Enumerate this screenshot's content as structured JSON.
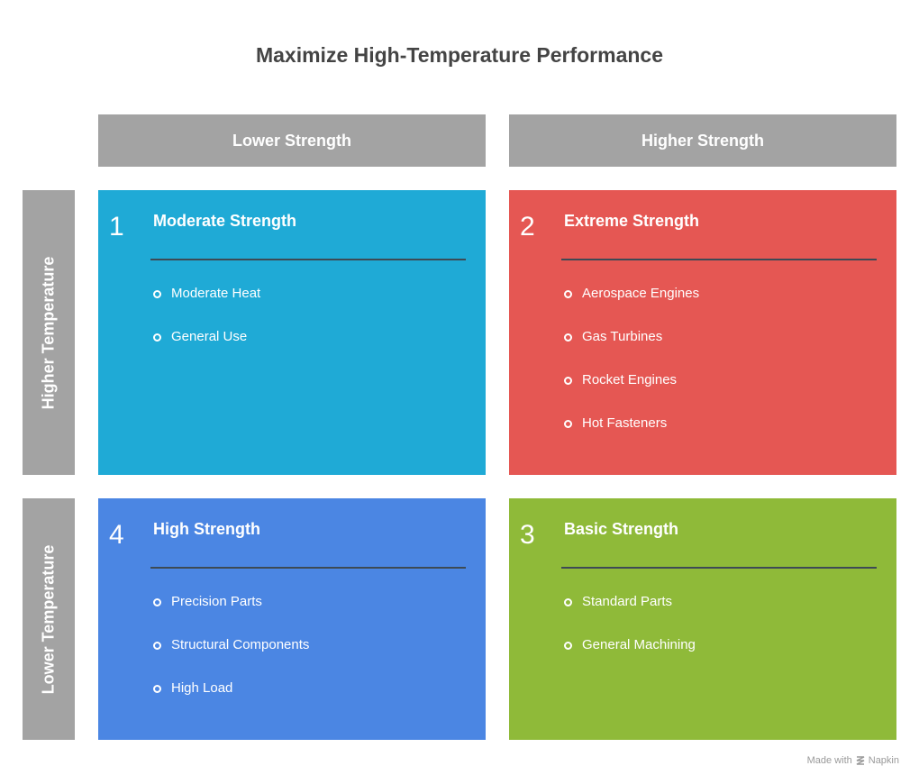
{
  "title": "Maximize High-Temperature Performance",
  "columns": [
    "Lower Strength",
    "Higher Strength"
  ],
  "rows": [
    "Higher Temperature",
    "Lower Temperature"
  ],
  "quadrants": [
    {
      "number": "1",
      "title": "Moderate Strength",
      "color": "#1faad6",
      "items": [
        "Moderate Heat",
        "General Use"
      ]
    },
    {
      "number": "2",
      "title": "Extreme Strength",
      "color": "#e55753",
      "items": [
        "Aerospace Engines",
        "Gas Turbines",
        "Rocket Engines",
        "Hot Fasteners"
      ]
    },
    {
      "number": "4",
      "title": "High Strength",
      "color": "#4b86e3",
      "items": [
        "Precision Parts",
        "Structural Components",
        "High Load"
      ]
    },
    {
      "number": "3",
      "title": "Basic Strength",
      "color": "#8fba39",
      "items": [
        "Standard Parts",
        "General Machining"
      ]
    }
  ],
  "footer": {
    "made_with": "Made with",
    "brand": "Napkin",
    "logo_icon": "napkin-logo-icon"
  }
}
